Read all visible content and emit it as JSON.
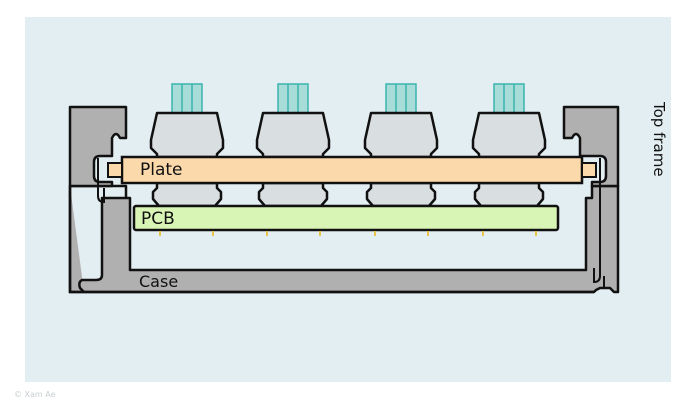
{
  "labels": {
    "plate": "Plate",
    "pcb": "PCB",
    "case": "Case",
    "top_frame": "Top frame"
  },
  "watermark": "© Xam Ae",
  "colors": {
    "background_panel": "#e3eef2",
    "frame_gray": "#b0b0b0",
    "plate_orange": "#fcd9aa",
    "pcb_green": "#d8f5b5",
    "switch_body": "#d9dee0",
    "stem_teal": "#a8dcd9",
    "stem_stroke": "#3bb4ae",
    "pin_gold": "#e8c24a",
    "outline": "#111111"
  },
  "switch_count": 4
}
